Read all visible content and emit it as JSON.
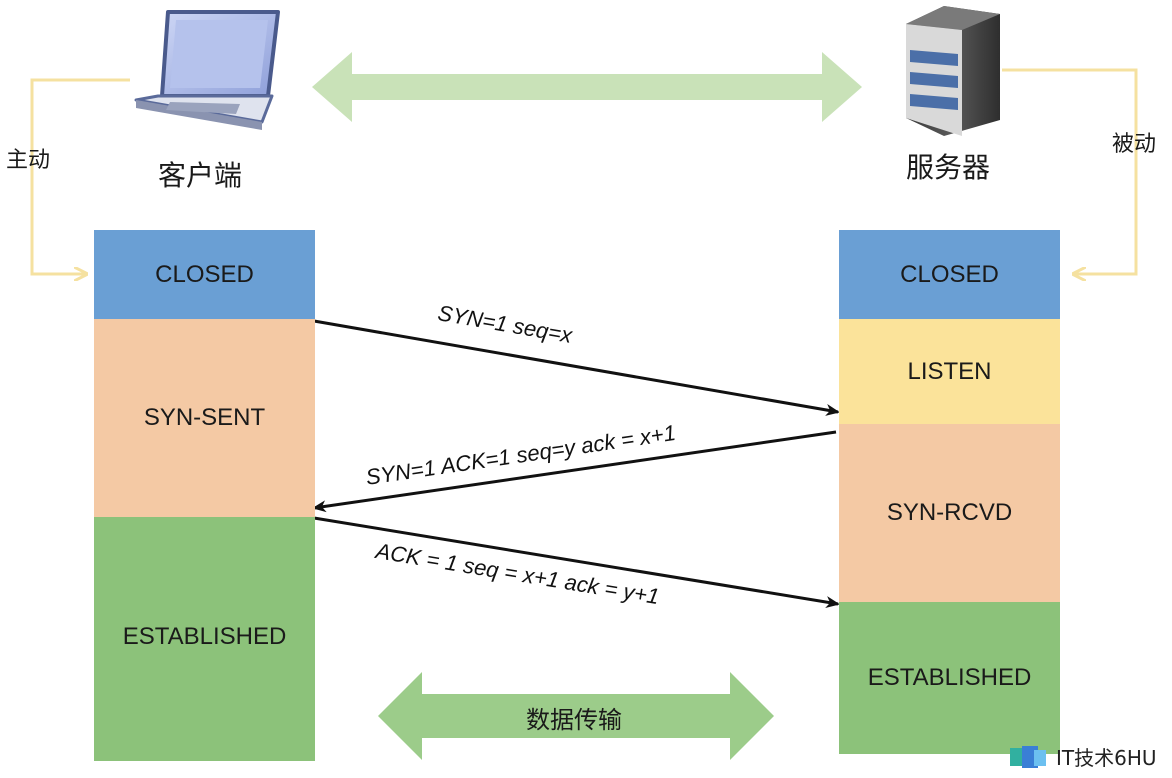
{
  "client": {
    "label": "客户端",
    "icon": "laptop-icon",
    "note": "主动"
  },
  "server": {
    "label": "服务器",
    "icon": "server-icon",
    "note": "被动"
  },
  "client_states": [
    {
      "name": "CLOSED",
      "color": "#6a9fd4"
    },
    {
      "name": "SYN-SENT",
      "color": "#f4c9a4"
    },
    {
      "name": "ESTABLISHED",
      "color": "#8cc27a"
    }
  ],
  "server_states": [
    {
      "name": "CLOSED",
      "color": "#6a9fd4"
    },
    {
      "name": "LISTEN",
      "color": "#fbe39a"
    },
    {
      "name": "SYN-RCVD",
      "color": "#f4c9a4"
    },
    {
      "name": "ESTABLISHED",
      "color": "#8cc27a"
    }
  ],
  "messages": [
    {
      "text": "SYN=1  seq=x",
      "direction": "client-to-server"
    },
    {
      "text": "SYN=1 ACK=1 seq=y ack = x+1",
      "direction": "server-to-client"
    },
    {
      "text": "ACK = 1 seq = x+1 ack = y+1",
      "direction": "client-to-server"
    }
  ],
  "data_transfer": {
    "label": "数据传输",
    "color": "#9ccc8a"
  },
  "top_arrow_color": "#c9e2b8",
  "note_arrow_color": "#f5e1a0",
  "watermark": {
    "text": "IT技术6HU"
  }
}
